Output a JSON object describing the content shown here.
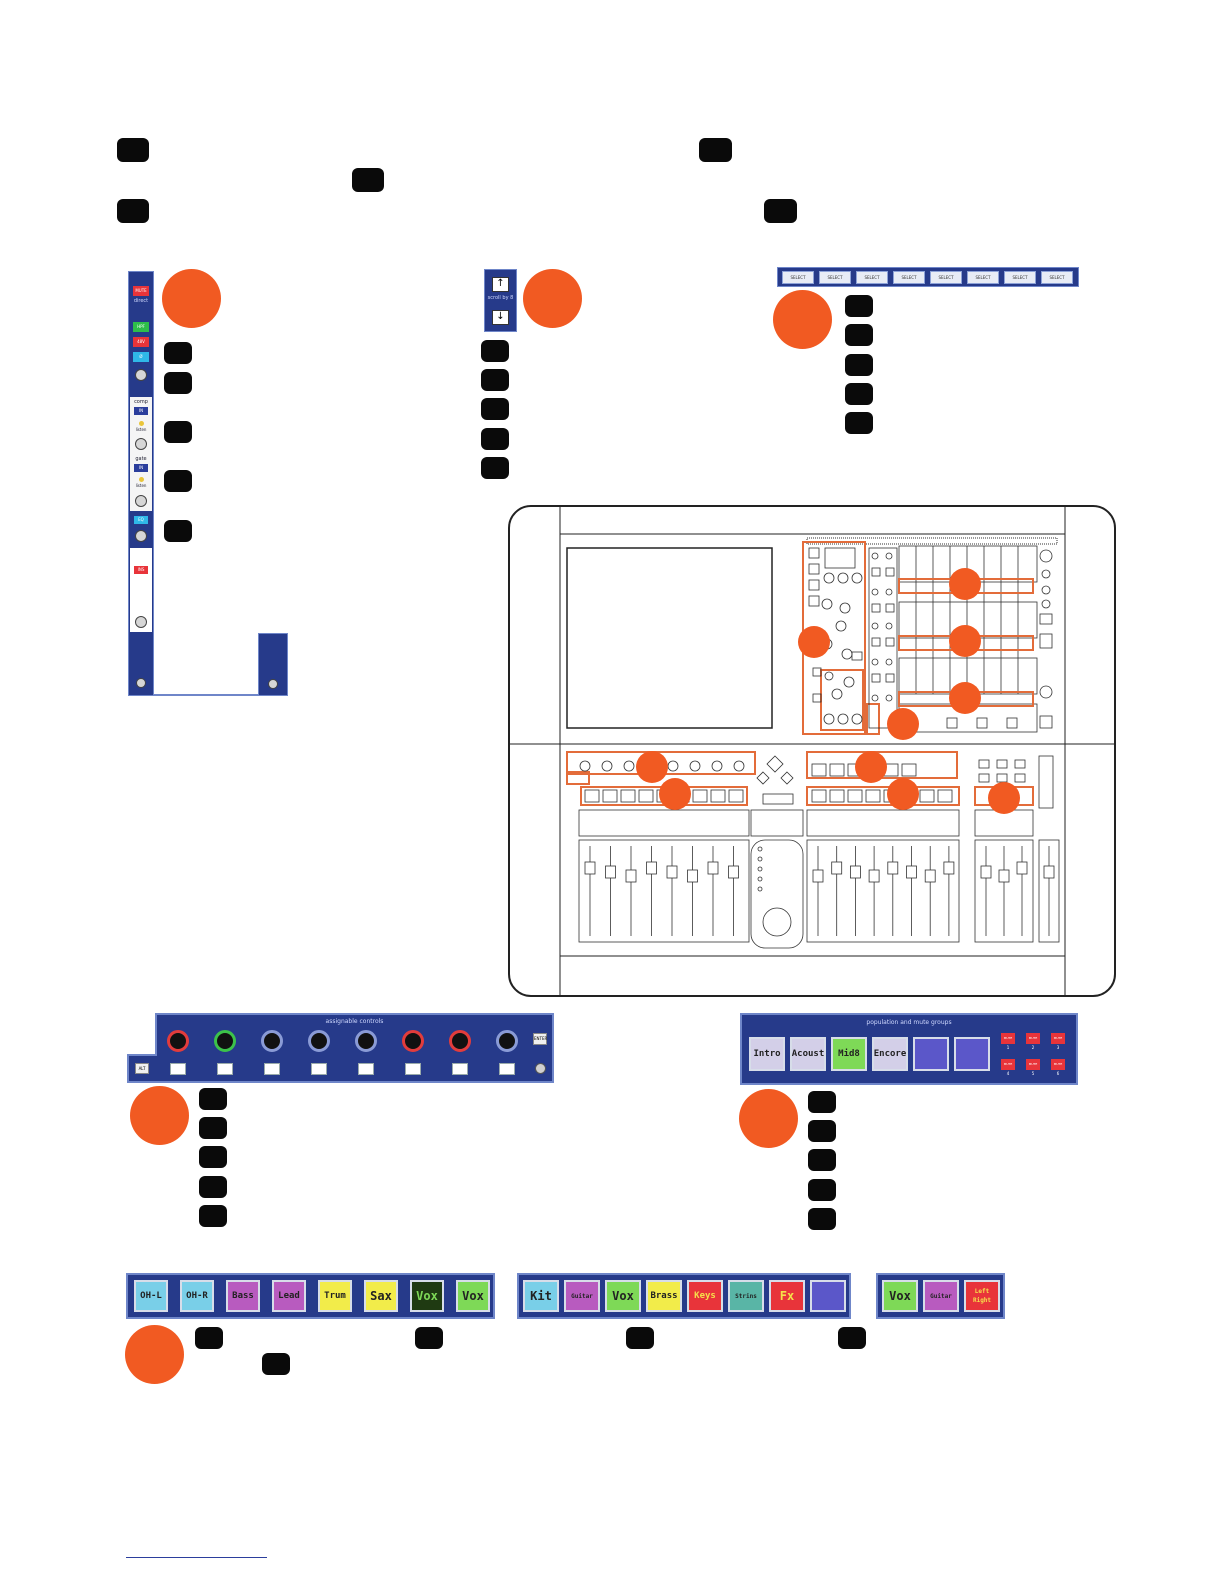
{
  "strip": {
    "mute_label": "MUTE",
    "direct_label": "direct",
    "btn_green": "HPF",
    "btn_red": "48V",
    "btn_cyan": "Ø",
    "comp_label": "comp",
    "gate_label": "gate",
    "in_label": "IN",
    "listen_label": "listen",
    "eq_label": "EQ",
    "ins_label": "INS"
  },
  "scroll": {
    "label": "scroll by 8"
  },
  "select_bar": {
    "labels": [
      "SELECT",
      "SELECT",
      "SELECT",
      "SELECT",
      "SELECT",
      "SELECT",
      "SELECT",
      "SELECT"
    ]
  },
  "assignable": {
    "title": "assignable controls",
    "alt_label": "ALT",
    "enter_label": "ENTER"
  },
  "population": {
    "title": "population and mute groups",
    "scenes": [
      {
        "label": "Intro",
        "color": "#d3cfe8"
      },
      {
        "label": "Acoust",
        "color": "#d3cfe8"
      },
      {
        "label": "Mid8",
        "color": "#7ed957"
      },
      {
        "label": "Encore",
        "color": "#d3cfe8"
      },
      {
        "label": "",
        "color": "#5b57c9"
      },
      {
        "label": "",
        "color": "#5b57c9"
      }
    ],
    "mute_label": "MUTE",
    "mute_nums": [
      "1",
      "2",
      "3",
      "4",
      "5",
      "6"
    ]
  },
  "channel_rows": {
    "row1": [
      {
        "label": "OH-L",
        "color": "#79cfe8"
      },
      {
        "label": "OH-R",
        "color": "#79cfe8"
      },
      {
        "label": "Bass",
        "color": "#b85bbf"
      },
      {
        "label": "Lead",
        "color": "#b85bbf"
      },
      {
        "label": "Trum",
        "color": "#f2ec4a"
      },
      {
        "label": "Sax",
        "color": "#f2ec4a"
      },
      {
        "label": "Vox",
        "color": "#1f3a12"
      },
      {
        "label": "Vox",
        "color": "#7ed957"
      }
    ],
    "row2": [
      {
        "label": "Kit",
        "color": "#79cfe8"
      },
      {
        "label": "Guitar",
        "color": "#b85bbf"
      },
      {
        "label": "Vox",
        "color": "#7ed957"
      },
      {
        "label": "Brass",
        "color": "#f2ec4a"
      },
      {
        "label": "Keys",
        "color": "#e8343a"
      },
      {
        "label": "Strins",
        "color": "#59b5a6"
      },
      {
        "label": "Fx",
        "color": "#e8343a"
      },
      {
        "label": "",
        "color": "#5b57c9"
      }
    ],
    "row3": [
      {
        "label": "Vox",
        "color": "#7ed957"
      },
      {
        "label": "Guitar",
        "color": "#b85bbf"
      },
      {
        "label": "Left Right",
        "color": "#e8343a"
      }
    ]
  },
  "colors": {
    "accent": "#f15a22",
    "panel": "#263a8a",
    "outline": "#e36c3a"
  }
}
